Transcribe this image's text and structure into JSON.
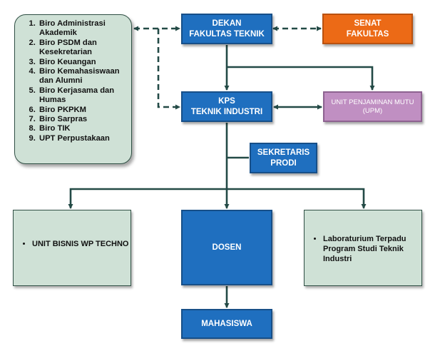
{
  "nodes": {
    "dekan": "DEKAN\nFAKULTAS TEKNIK",
    "senat": "SENAT\nFAKULTAS",
    "kps": "KPS\nTEKNIK INDUSTRI",
    "upm": "UNIT  PENJAMINAN MUTU\n(UPM)",
    "sekretaris": "SEKRETARIS\nPRODI",
    "dosen": "DOSEN",
    "mahasiswa": "MAHASISWA",
    "unit_bisnis": "UNIT  BISNIS WP TECHNO",
    "laboratorium": "Laboraturium Terpadu Program Studi Teknik Industri"
  },
  "biro_list": [
    "Biro Administrasi Akademik",
    "Biro PSDM dan Kesekretarian",
    "Biro Keuangan",
    "Biro Kemahasiswaan dan Alumni",
    "Biro Kerjasama dan Humas",
    "Biro PKPKM",
    "Biro Sarpras",
    "Biro TIK",
    "UPT Perpustakaan"
  ],
  "colors": {
    "blue": "#1f6fbf",
    "orange": "#ec6a16",
    "purple": "#c08fc2",
    "green": "#cfe1d6",
    "line": "#234a46"
  }
}
